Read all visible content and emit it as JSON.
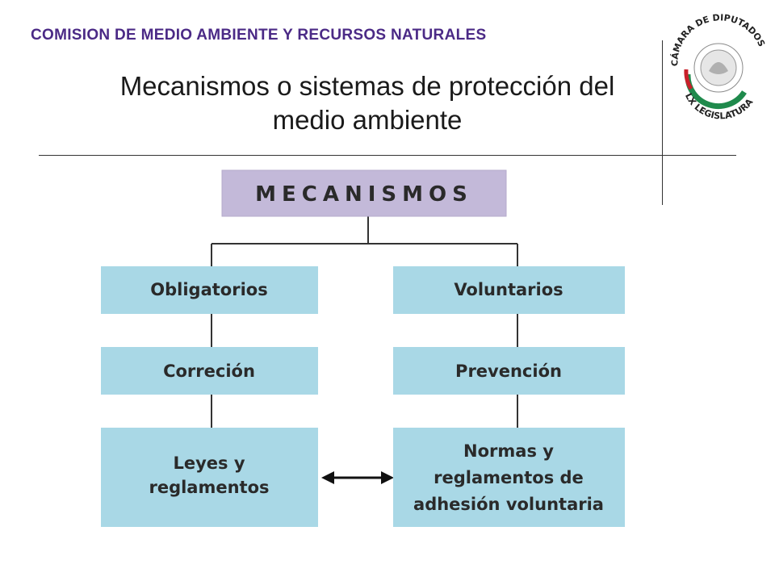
{
  "header": {
    "committee": "COMISION DE MEDIO AMBIENTE Y RECURSOS NATURALES"
  },
  "title": {
    "line1": "Mecanismos o sistemas de protección del",
    "line2": "medio ambiente"
  },
  "seal": {
    "top_text": "CÁMARA DE DIPUTADOS",
    "bottom_text": "LX LEGISLATURA"
  },
  "diagram": {
    "root": "MECANISMOS",
    "left": {
      "level1": "Obligatorios",
      "level2": "Correción",
      "level3": [
        "Leyes y",
        "reglamentos"
      ]
    },
    "right": {
      "level1": "Voluntarios",
      "level2": "Prevención",
      "level3": [
        "Normas y",
        "reglamentos de",
        "adhesión voluntaria"
      ]
    }
  },
  "colors": {
    "root_fill": "#c3b9d9",
    "node_fill": "#a9d8e6",
    "header_text": "#4b2a86"
  }
}
